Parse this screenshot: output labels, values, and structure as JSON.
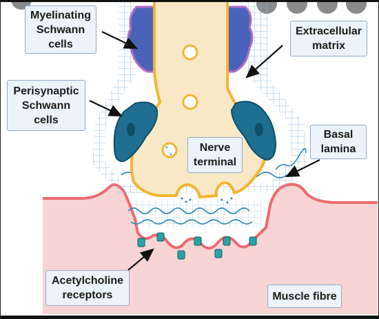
{
  "labels": {
    "myelinating": "Myelinating\nSchwann\ncells",
    "extracellular": "Extracellular\nmatrix",
    "perisynaptic": "Perisynaptic\nSchwann\ncells",
    "basal": "Basal\nlamina",
    "nerve": "Nerve\nterminal",
    "acetylcholine": "Acetylcholine\nreceptors",
    "muscle": "Muscle fibre"
  },
  "colors": {
    "muscle": "#f8d4d4",
    "muscle_edge": "#ec6a6f",
    "axon": "#f8e8c6",
    "axon_edge": "#f2b533",
    "schwann": "#1e6f92",
    "myelin": "#4a63b8",
    "matrix": "#8fb8de",
    "receptor": "#2aa3a6",
    "label_bg": "#edf3fb",
    "label_border": "#8fa9cc"
  },
  "icons": [
    "pointer-arrow",
    "receptor-icon",
    "vesicle-icon"
  ]
}
